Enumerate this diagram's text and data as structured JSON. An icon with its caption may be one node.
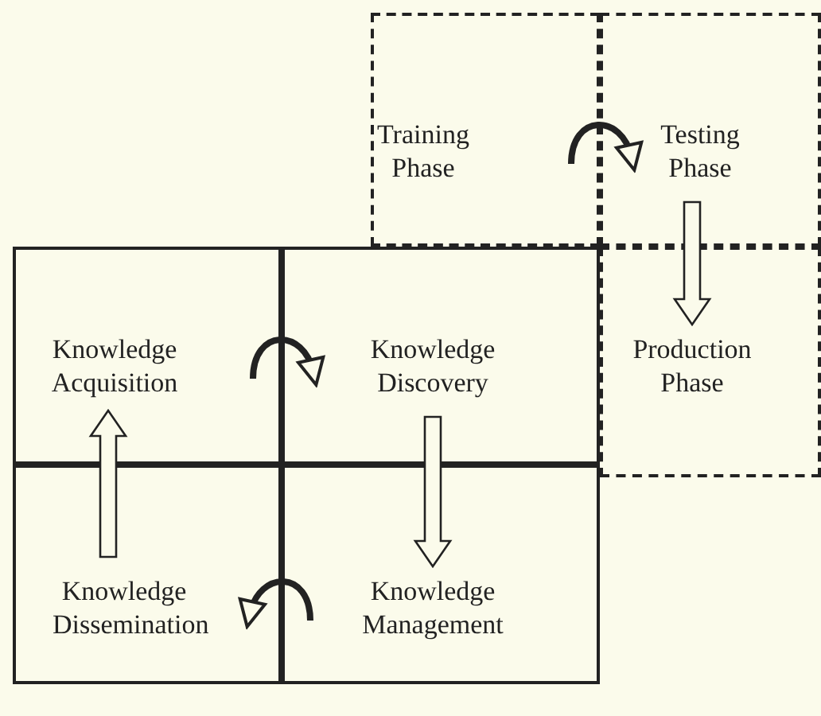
{
  "diagram": {
    "nodes": [
      {
        "text": [
          "Training Phase"
        ]
      },
      {
        "text": [
          "Testing Phase"
        ]
      },
      {
        "text": [
          "Production Phase"
        ]
      },
      {
        "text": [
          "Knowledge Acquisition"
        ]
      },
      {
        "text": [
          "Knowledge Discovery"
        ]
      },
      {
        "text": [
          "Knowledge Dissemination"
        ]
      },
      {
        "text": [
          "Knowledge Management"
        ]
      }
    ],
    "edges": [
      {
        "from": 0,
        "to": 1,
        "arrow": "to"
      },
      {
        "from": 1,
        "to": 2,
        "arrow": "to"
      },
      {
        "from": 3,
        "to": 4,
        "arrow": "to"
      },
      {
        "from": 4,
        "to": 6,
        "arrow": "to"
      },
      {
        "from": 6,
        "to": 5,
        "arrow": "to"
      },
      {
        "from": 5,
        "to": 3,
        "arrow": "to"
      }
    ]
  }
}
